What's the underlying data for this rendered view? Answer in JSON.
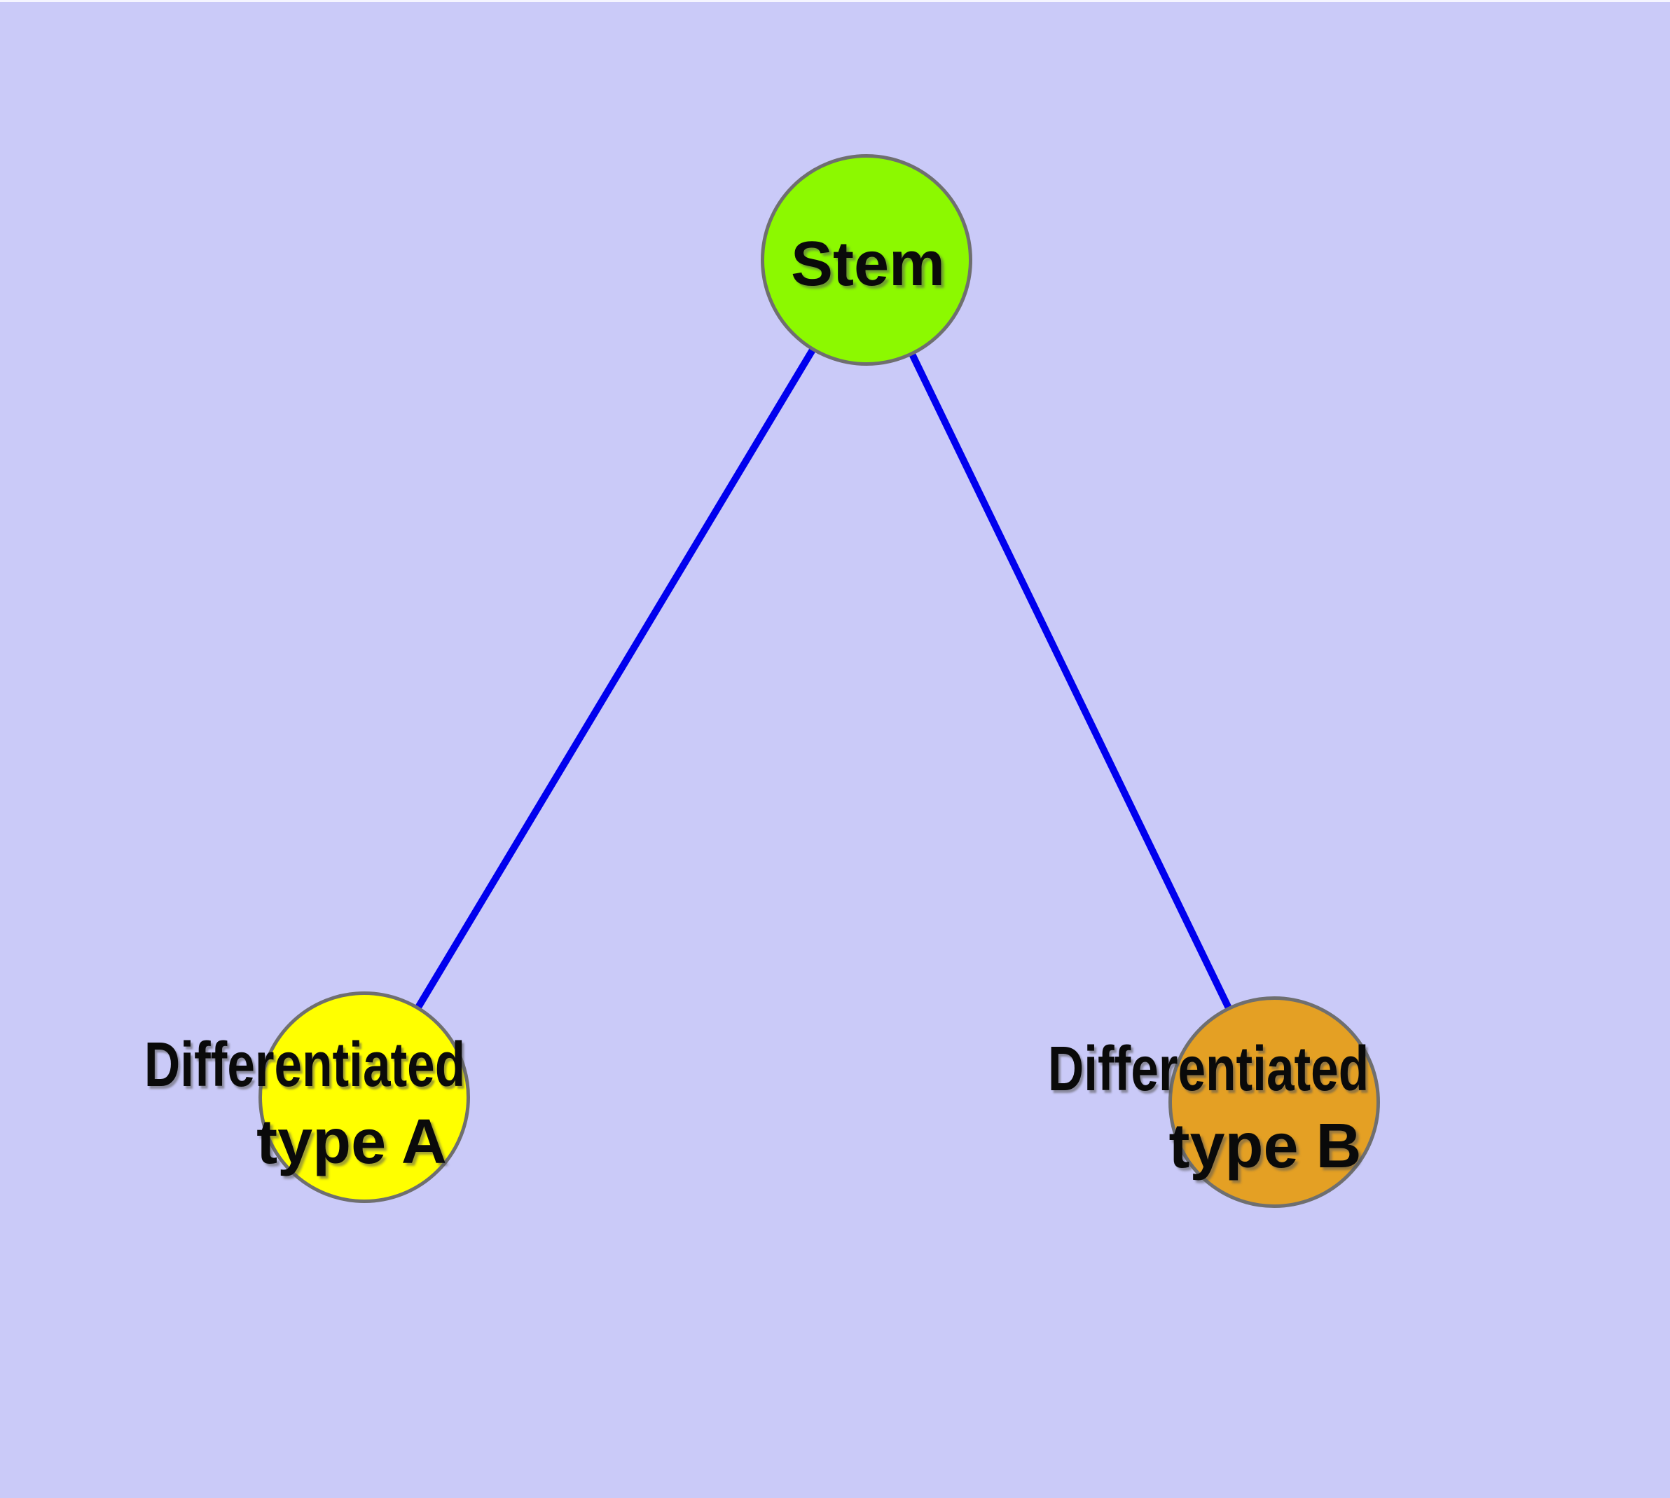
{
  "diagram": {
    "background_color": "#CACAF8",
    "top_strip_color": "#FAFAFF",
    "node_border_color": "#6F6F6F",
    "edge_color": "#0000EE",
    "text_color": "#0A0A0A",
    "nodes": [
      {
        "id": "stem",
        "label": "Stem",
        "label_line1": "Stem",
        "label_line2": "",
        "fill_color": "#8CF900",
        "shape": "circle"
      },
      {
        "id": "diff-a",
        "label": "Differentiated type A",
        "label_line1": "Differentiated",
        "label_line2": "type A",
        "fill_color": "#FFFF00",
        "shape": "circle"
      },
      {
        "id": "diff-b",
        "label": "Differentiated type B",
        "label_line1": "Differentiated",
        "label_line2": "type B",
        "fill_color": "#E4A024",
        "shape": "circle"
      }
    ],
    "edges": [
      {
        "id": "stem-to-diff-a",
        "from": "stem",
        "to": "diff-a"
      },
      {
        "id": "stem-to-diff-b",
        "from": "stem",
        "to": "diff-b"
      }
    ]
  }
}
